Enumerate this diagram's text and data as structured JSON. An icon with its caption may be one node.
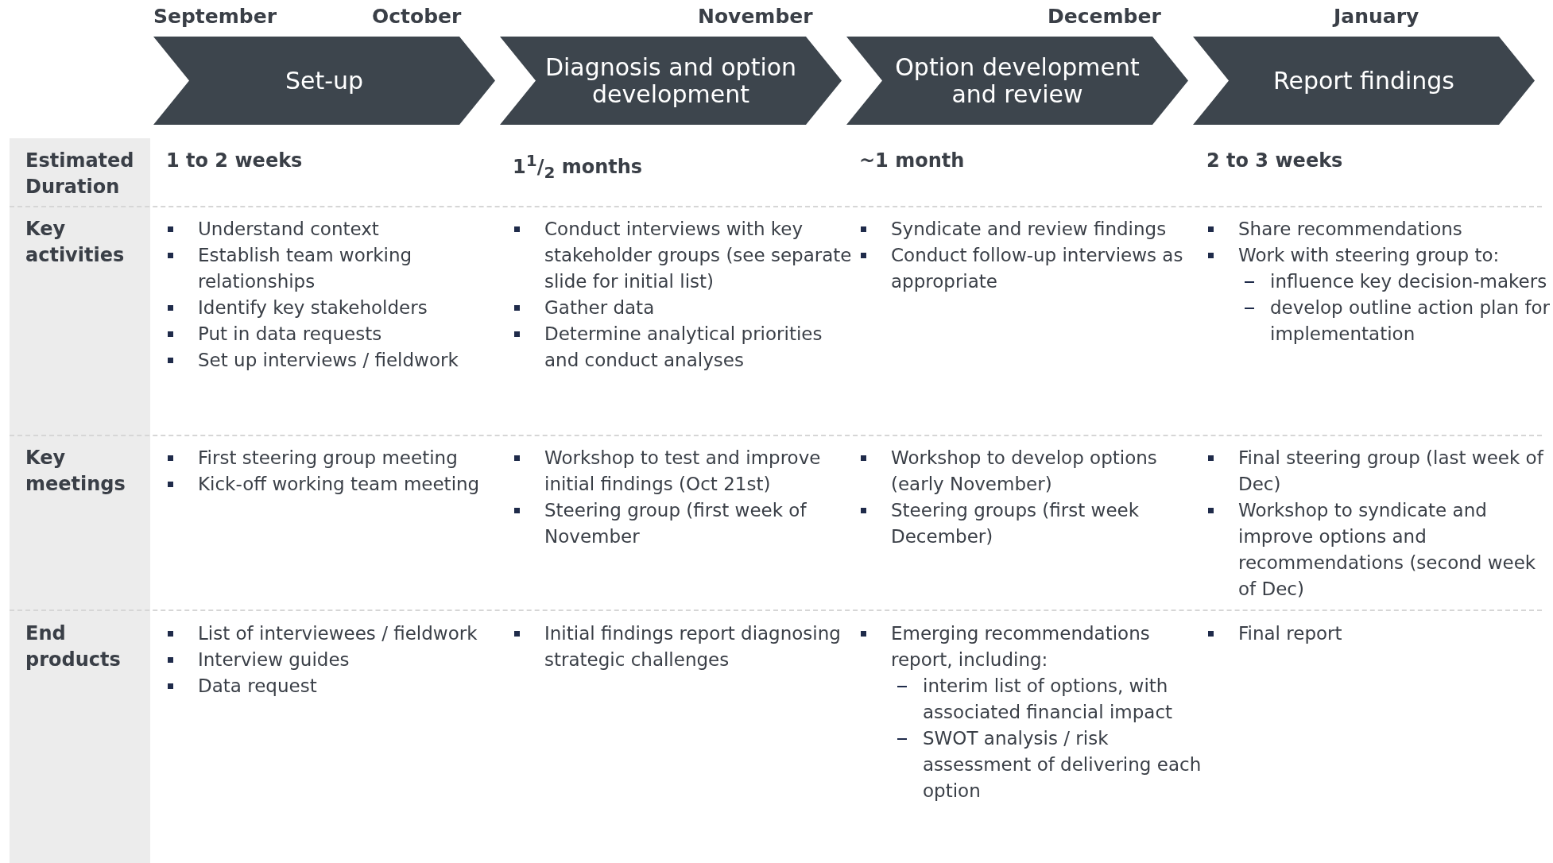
{
  "diagram": {
    "nodes": [
      {
        "text": [
          "Set-up"
        ]
      },
      {
        "text": [
          "Diagnosis and option development"
        ]
      },
      {
        "text": [
          "Option development and review"
        ]
      },
      {
        "text": [
          "Report findings"
        ]
      }
    ],
    "labels": [
      "September",
      "October",
      "November",
      "December",
      "January",
      "Estimated Duration",
      "1 to 2 weeks",
      "1$^{1}$/$_{2}$ months",
      "~1 month",
      "2 to 3 weeks",
      "Key activities",
      "Understand context",
      "Establish team working relationships",
      "Identify key stakeholders",
      "Put in data requests",
      "Set up interviews / fieldwork",
      "Conduct interviews with key stakeholder groups (see separate slide for initial list)",
      "Gather data",
      "Determine analytical priorities and conduct analyses",
      "Syndicate and review findings",
      "Conduct follow-up interviews as appropriate",
      "Share recommendations",
      "Work with steering group to:",
      "influence key decision-makers",
      "develop outline action plan for implementation",
      "Key meetings",
      "First steering group meeting",
      "Kick-off working team meeting",
      "Workshop to test and improve initial findings (Oct 21st)",
      "Steering group (first week of November",
      "Workshop to develop options (early November)",
      "Steering groups (first week December)",
      "Final steering group (last week of Dec)",
      "Workshop to syndicate and improve options and recommendations (second week of Dec)",
      "End products",
      "List of interviewees / fieldwork",
      "Interview guides",
      "Data request",
      "Initial findings report diagnosing strategic challenges",
      "Emerging recommendations report, including:",
      "interim list of options, with associated financial impact",
      "SWOT analysis / risk assessment of delivering each option",
      "Final report"
    ]
  }
}
